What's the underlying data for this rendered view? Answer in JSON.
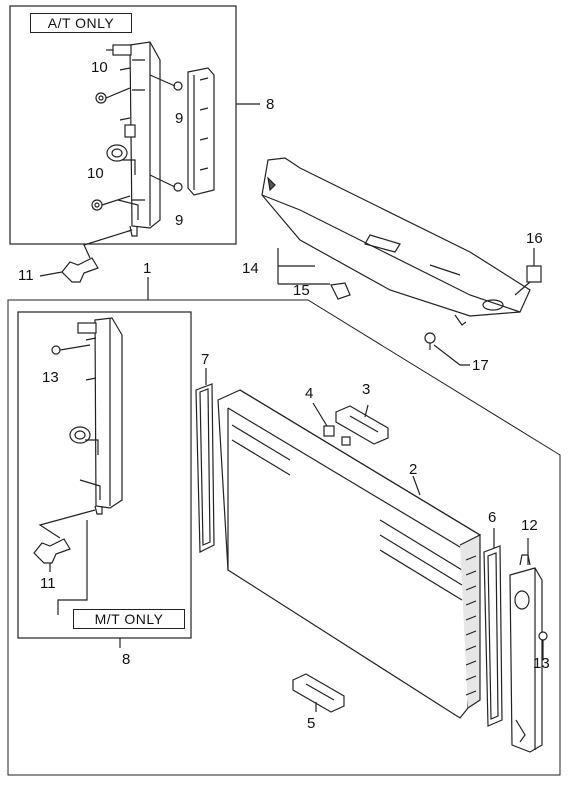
{
  "diagram": {
    "colors": {
      "line": "#222222",
      "fill": "#ffffff",
      "shade": "#d8d8d8",
      "dark": "#555555"
    },
    "tags": {
      "at_only": "A/T ONLY",
      "mt_only": "M/T ONLY"
    },
    "callouts": {
      "c1": "1",
      "c2": "2",
      "c3": "3",
      "c4": "4",
      "c5": "5",
      "c6": "6",
      "c7": "7",
      "c8_top": "8",
      "c8_bottom": "8",
      "c9_upper": "9",
      "c9_lower": "9",
      "c10_upper": "10",
      "c10_lower": "10",
      "c11_top": "11",
      "c11_bottom": "11",
      "c12": "12",
      "c13_left": "13",
      "c13_right": "13",
      "c14": "14",
      "c15": "15",
      "c16": "16",
      "c17": "17"
    }
  }
}
